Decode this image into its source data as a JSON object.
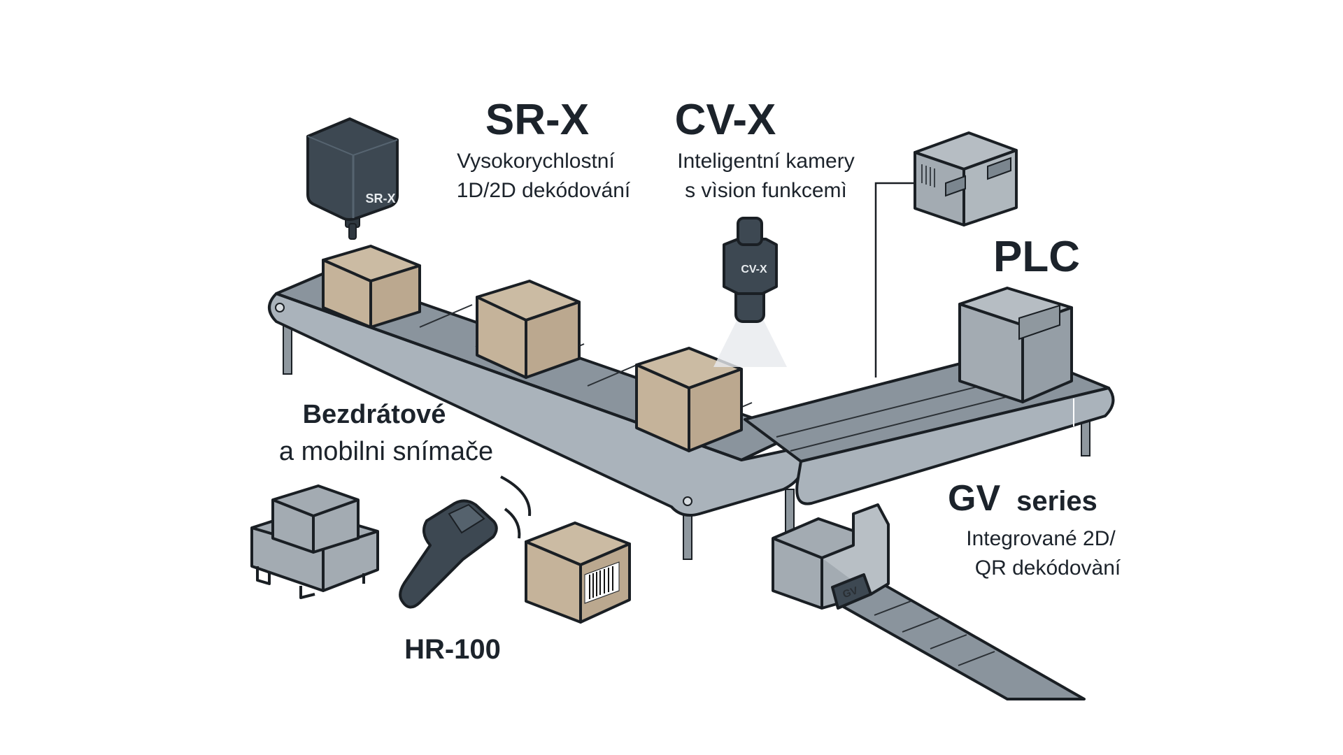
{
  "labels": {
    "srx": {
      "title": "SR-X",
      "line1": "Vysokorychlostní",
      "line2": "1D/2D dekódování",
      "device_marking": "SR-X"
    },
    "cvx": {
      "title": "CV-X",
      "line1": "Inteligentní kamery",
      "line2": "s vìsion funkcemì",
      "device_marking": "CV-X"
    },
    "plc": {
      "title": "PLC"
    },
    "wireless": {
      "line1": "Bezdrátové",
      "line2": "a mobilni snímače"
    },
    "hr100": {
      "title": "HR-100"
    },
    "gv": {
      "title_bold": "GV",
      "title_rest": "series",
      "line1": "Integrované 2D/",
      "line2": "QR dekódovàní",
      "device_marking": "GV"
    }
  },
  "colors": {
    "text": "#1c232b",
    "device_dark": "#3d4852",
    "box_cardboard": "#c5b39a",
    "conveyor_belt": "#8a949d",
    "conveyor_frame": "#aab3bb",
    "metal_gray": "#9ea6ae",
    "outline": "#1a1f24"
  }
}
